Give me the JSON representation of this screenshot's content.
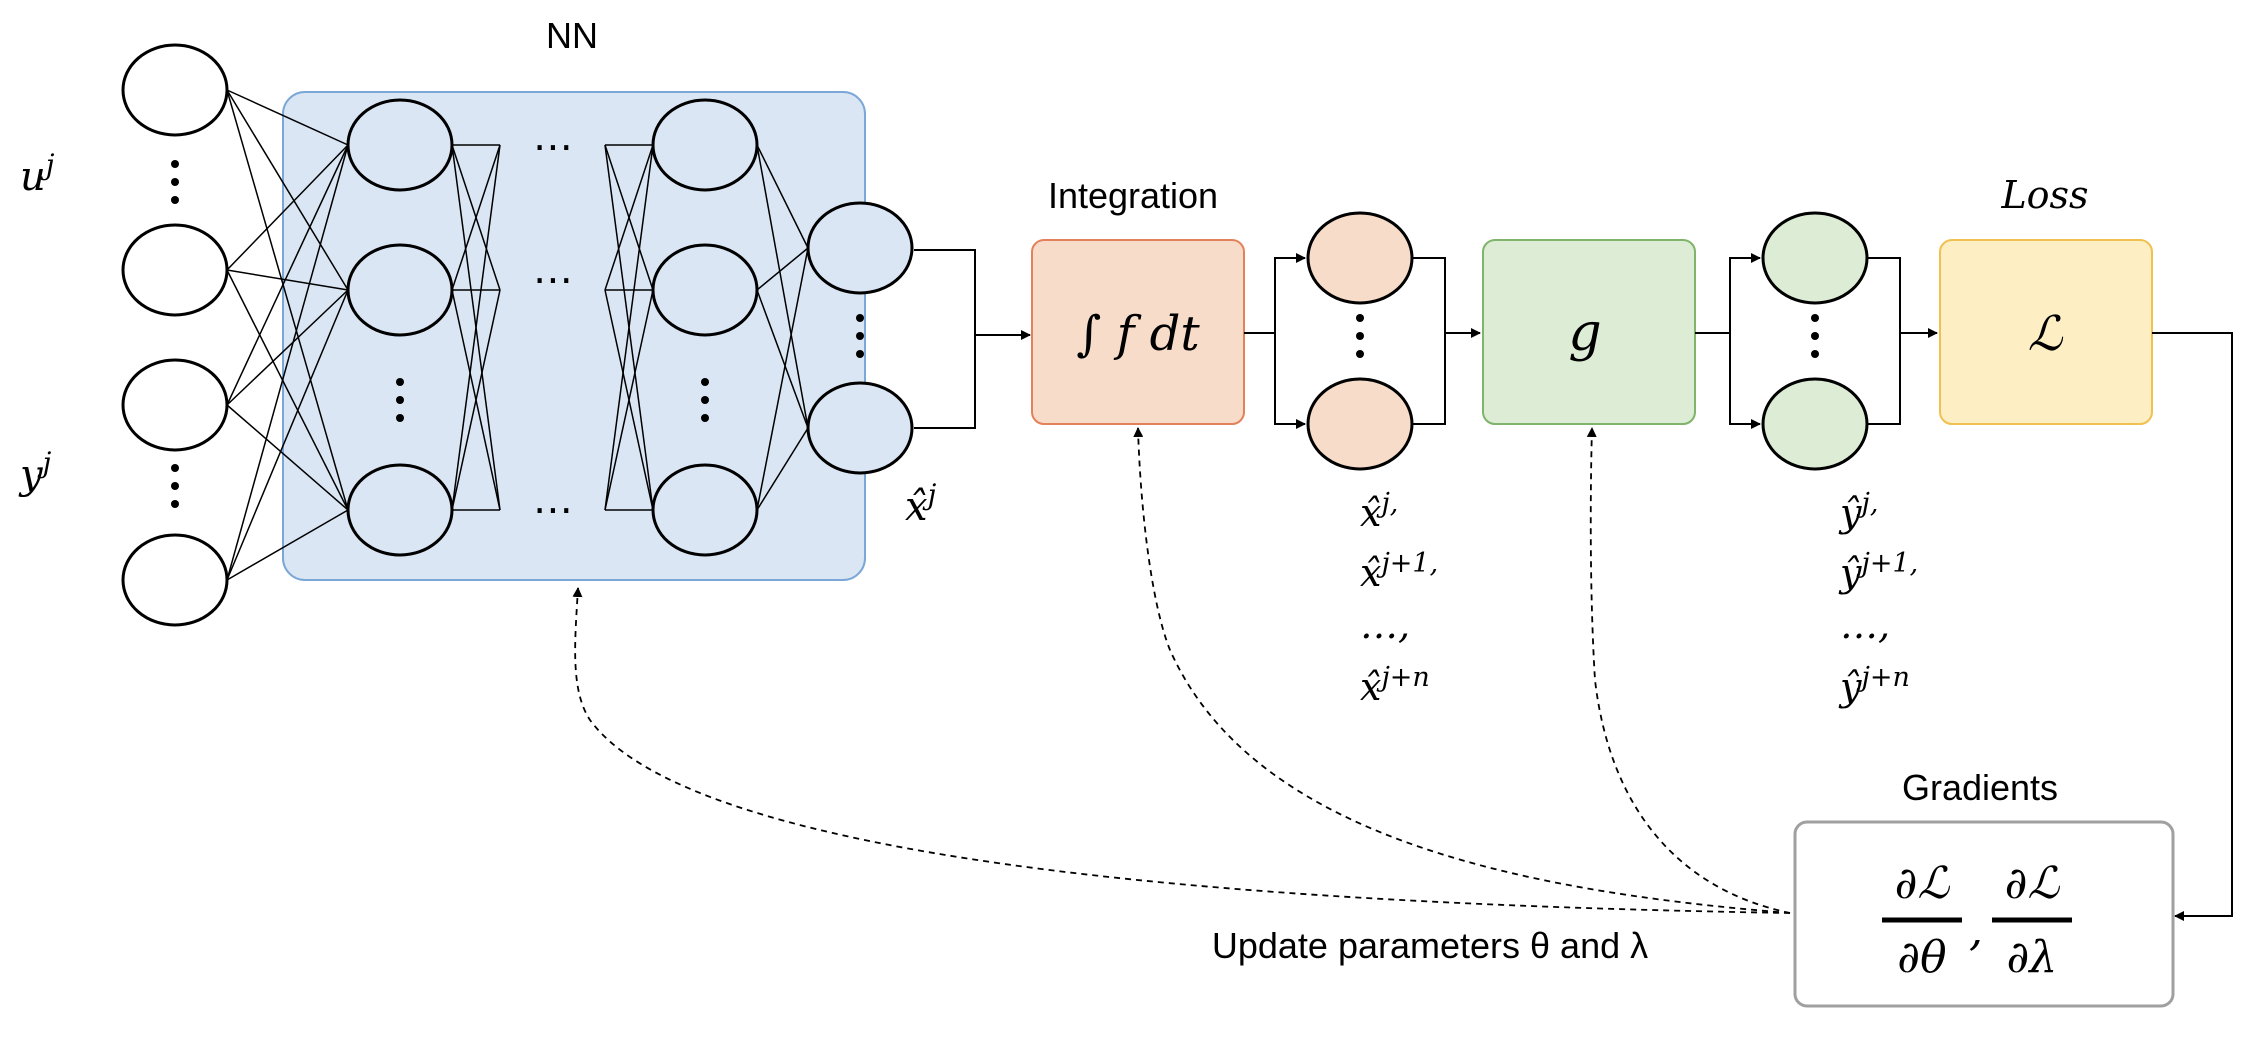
{
  "labels": {
    "nn": "NN",
    "u_input": "u",
    "u_sup": "j",
    "y_input": "y",
    "y_sup": "j",
    "xhat_out": "x̂",
    "xhat_out_sup": "j",
    "integration": "Integration",
    "loss_title": "Loss",
    "gradients": "Gradients",
    "update": "Update parameters θ and λ"
  },
  "boxes": {
    "integral": "∫ f dt",
    "g": "g",
    "loss": "ℒ"
  },
  "gradient_box": {
    "num1": "∂ℒ",
    "den1": "∂θ",
    "sep": ",",
    "num2": "∂ℒ",
    "den2": "∂λ"
  },
  "x_sequence": [
    {
      "base": "x̂",
      "sup": "j,"
    },
    {
      "base": "x̂",
      "sup": "j+1,"
    },
    {
      "base": "…,",
      "sup": ""
    },
    {
      "base": "x̂",
      "sup": "j+n"
    }
  ],
  "y_sequence": [
    {
      "base": "ŷ",
      "sup": "j,"
    },
    {
      "base": "ŷ",
      "sup": "j+1,"
    },
    {
      "base": "…,",
      "sup": ""
    },
    {
      "base": "ŷ",
      "sup": "j+n"
    }
  ],
  "ellipsis": "⋯",
  "colors": {
    "nn_fill": "#dae6f4",
    "nn_stroke": "#7aa7d6",
    "integration_fill": "#f7dcca",
    "integration_stroke": "#e3825a",
    "g_fill": "#dcecd5",
    "g_stroke": "#7fb46a",
    "loss_fill": "#fdefc3",
    "loss_stroke": "#f0c050",
    "gradient_stroke": "#a0a0a0"
  }
}
